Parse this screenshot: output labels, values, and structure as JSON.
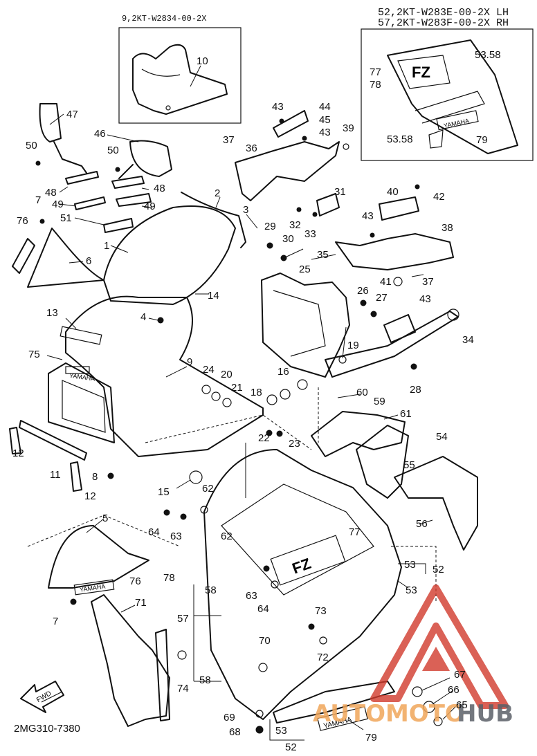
{
  "header": {
    "inset_left": "9,2KT-W2834-00-2X",
    "inset_right_line1": "52,2KT-W283E-00-2X LH",
    "inset_right_line2": "57,2KT-W283F-00-2X RH"
  },
  "footer": {
    "diagram_code": "2MG310-7380"
  },
  "fwd_label": "FWD",
  "watermark": {
    "part1": "AUTOMOTO",
    "part2": "HUB"
  },
  "decals": {
    "yamaha": "YAMAHA",
    "fz": "FZ"
  },
  "callouts": [
    "10",
    "47",
    "50",
    "46",
    "50",
    "48",
    "49",
    "48",
    "49",
    "51",
    "7",
    "76",
    "6",
    "43",
    "44",
    "45",
    "43",
    "39",
    "37",
    "36",
    "31",
    "32",
    "33",
    "40",
    "42",
    "43",
    "38",
    "53.58",
    "77",
    "78",
    "53.58",
    "79",
    "2",
    "3",
    "1",
    "29",
    "30",
    "35",
    "37",
    "25",
    "41",
    "26",
    "27",
    "43",
    "14",
    "4",
    "13",
    "9",
    "24",
    "20",
    "21",
    "19",
    "16",
    "18",
    "34",
    "28",
    "75",
    "60",
    "59",
    "61",
    "54",
    "22",
    "23",
    "12",
    "11",
    "12",
    "8",
    "15",
    "55",
    "62",
    "64",
    "63",
    "56",
    "5",
    "62",
    "77",
    "53",
    "52",
    "76",
    "78",
    "58",
    "63",
    "64",
    "53",
    "7",
    "71",
    "57",
    "73",
    "72",
    "70",
    "74",
    "58",
    "67",
    "66",
    "65",
    "69",
    "68",
    "53",
    "79",
    "52"
  ],
  "colors": {
    "line": "#111111",
    "watermark_red": "#d13a2c",
    "watermark_orange": "#f0a65a",
    "watermark_grey": "#5b6068"
  }
}
